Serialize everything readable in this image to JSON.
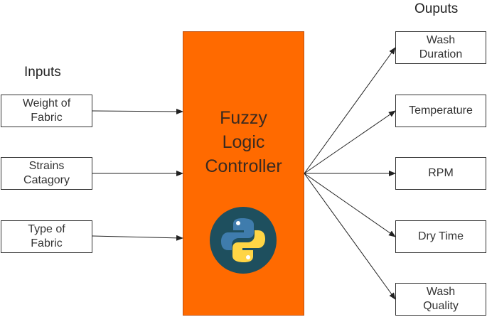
{
  "inputs_heading": "Inputs",
  "outputs_heading": "Ouputs",
  "controller_label": "Fuzzy\nLogic\nController",
  "logo": "python-logo",
  "inputs": [
    {
      "label": "Weight of\nFabric"
    },
    {
      "label": "Strains\nCatagory"
    },
    {
      "label": "Type of\nFabric"
    }
  ],
  "outputs": [
    {
      "label": "Wash\nDuration"
    },
    {
      "label": "Temperature"
    },
    {
      "label": "RPM"
    },
    {
      "label": "Dry Time"
    },
    {
      "label": "Wash\nQuality"
    }
  ],
  "colors": {
    "controller_fill": "#ff6a00",
    "logo_circle": "#1e4f5e",
    "python_blue": "#3f7cad",
    "python_yellow": "#ffd545",
    "stroke": "#333333"
  }
}
